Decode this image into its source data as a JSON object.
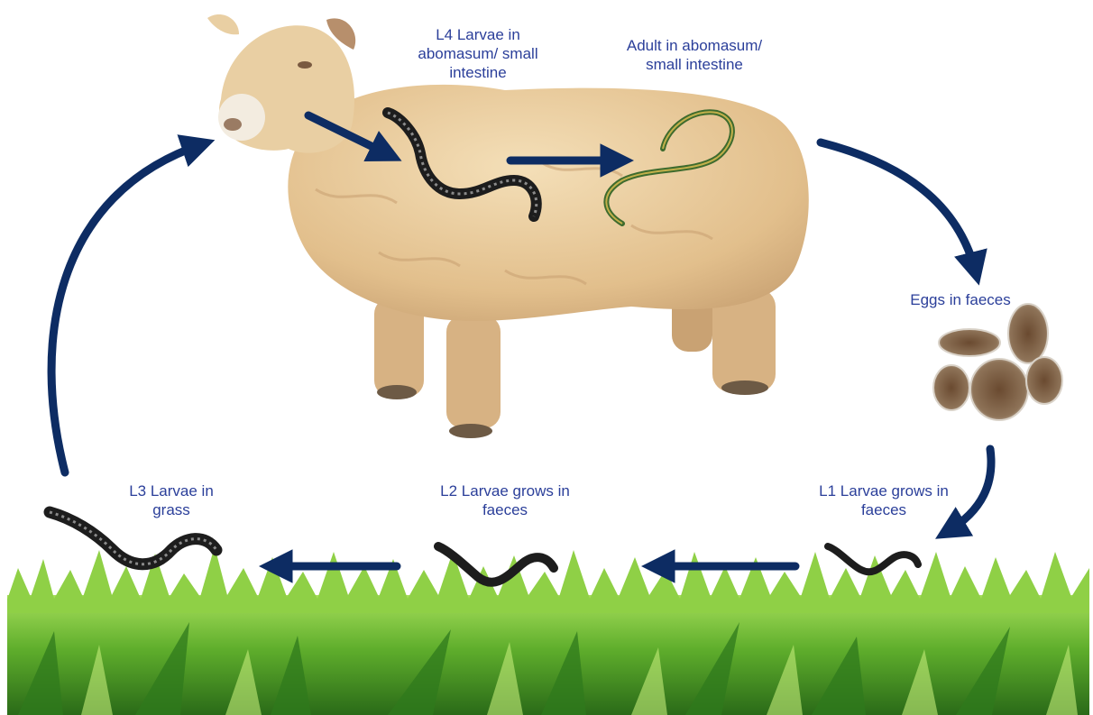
{
  "stages": {
    "l4": {
      "lines": [
        "L4 Larvae in",
        "abomasum/ small",
        "intestine"
      ]
    },
    "adult": {
      "lines": [
        "Adult in abomasum/",
        "small intestine"
      ]
    },
    "eggs": {
      "lines": [
        "Eggs in faeces"
      ]
    },
    "l1": {
      "lines": [
        "L1 Larvae grows in",
        "faeces"
      ]
    },
    "l2": {
      "lines": [
        "L2 Larvae grows in",
        "faeces"
      ]
    },
    "l3": {
      "lines": [
        "L3 Larvae in",
        "grass"
      ]
    }
  },
  "colors": {
    "arrow": "#0d2c63",
    "label": "#2b3f9a",
    "grass_dark": "#2f7a1c",
    "grass_light": "#7ccf3a",
    "sheep_wool": "#e6c79a",
    "sheep_shadow": "#c9a273",
    "larva": "#1d1d1d",
    "adult_worm": "#3e6b2e",
    "egg": "#7a5a3a"
  },
  "icons": {
    "sheep": "sheep-illustration",
    "larva": "nematode-larva-icon",
    "adult": "adult-worm-icon",
    "eggs": "egg-cluster-icon",
    "grass": "grass-field"
  }
}
